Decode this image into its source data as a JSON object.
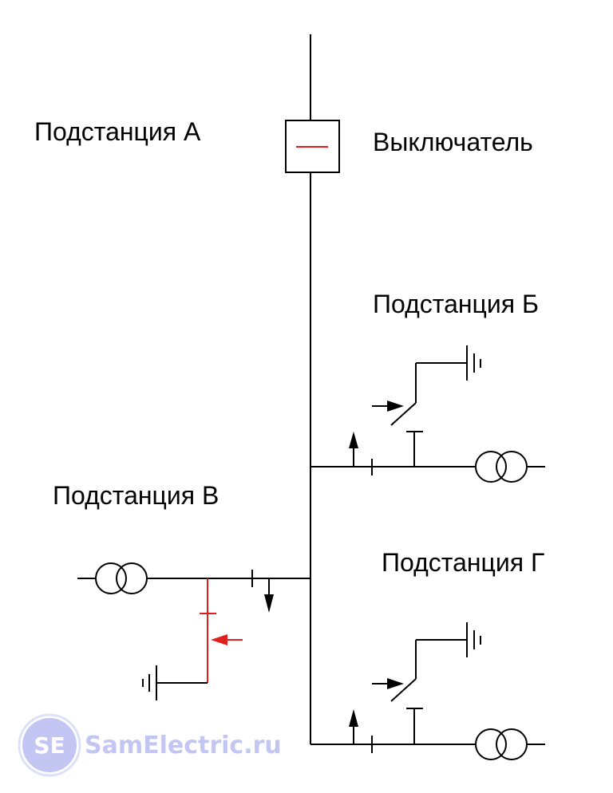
{
  "labels": {
    "substation_a": "Подстанция А",
    "breaker": "Выключатель",
    "substation_b": "Подстанция Б",
    "substation_v": "Подстанция В",
    "substation_g": "Подстанция Г"
  },
  "watermark": {
    "badge": "SE",
    "site": "SamElectric.ru"
  },
  "colors": {
    "line": "#000000",
    "highlight": "#e0201c",
    "watermark": "#b9bdf0"
  }
}
